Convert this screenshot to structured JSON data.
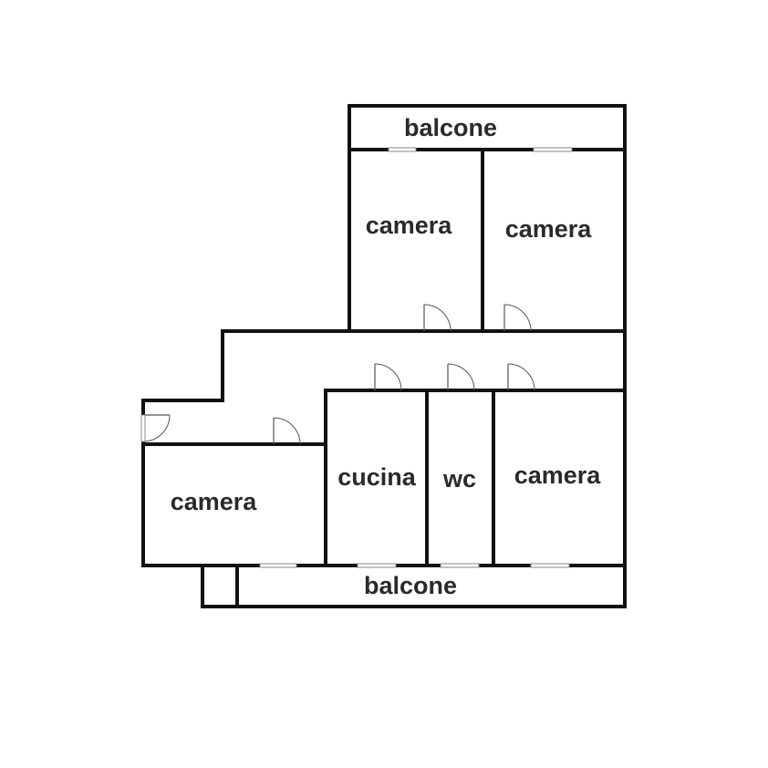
{
  "floor_plan": {
    "rooms": [
      {
        "id": "balcone-top",
        "label": "balcone"
      },
      {
        "id": "camera-top-left",
        "label": "camera"
      },
      {
        "id": "camera-top-right",
        "label": "camera"
      },
      {
        "id": "camera-left",
        "label": "camera"
      },
      {
        "id": "cucina",
        "label": "cucina"
      },
      {
        "id": "wc",
        "label": "wc"
      },
      {
        "id": "camera-right",
        "label": "camera"
      },
      {
        "id": "balcone-bottom",
        "label": "balcone"
      }
    ],
    "colors": {
      "wall": "#111111",
      "label": "#2a2a2a",
      "door": "#555555",
      "background": "#ffffff"
    }
  }
}
